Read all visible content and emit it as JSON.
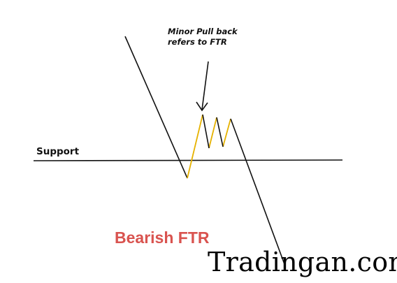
{
  "annotation": {
    "line1": "Minor Pull back",
    "line2": "refers to FTR"
  },
  "support_label": "Support",
  "pattern_title": "Bearish FTR",
  "watermark": "Tradingan.com",
  "colors": {
    "price_line": "#111111",
    "pullback_line": "#e6b200",
    "support_line": "#111111",
    "title": "#d9534f"
  }
}
